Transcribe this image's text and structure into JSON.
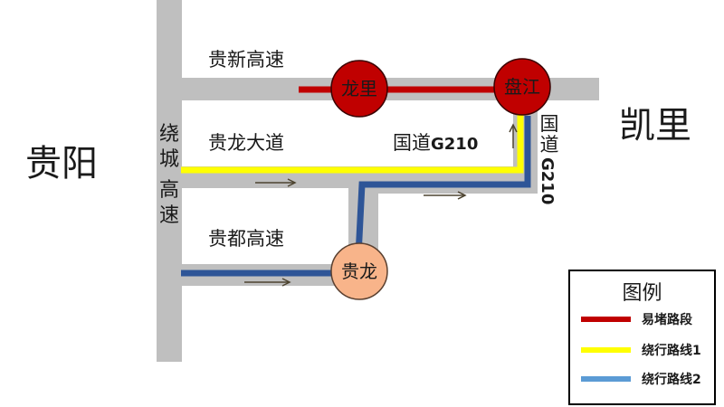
{
  "cities": {
    "west": "贵阳",
    "east": "凯里"
  },
  "roads": {
    "guixin": "贵新高速",
    "guilong": "贵龙大道",
    "guidu": "贵都高速",
    "ring": [
      "绕",
      "城",
      "高",
      "速"
    ],
    "g210_horizontal": {
      "prefix": "国道",
      "code": "G210"
    },
    "g210_vertical": {
      "chars": [
        "国",
        "道"
      ],
      "code": "G210"
    }
  },
  "nodes": {
    "longli": "龙里",
    "panjiang": "盘江",
    "guilong": "贵龙"
  },
  "legend": {
    "title": "图例",
    "items": [
      {
        "label": "易堵路段",
        "color": "#c00000"
      },
      {
        "label": "绕行路线1",
        "color": "#ffff00"
      },
      {
        "label": "绕行路线2",
        "color": "#5b9bd5"
      }
    ]
  },
  "colors": {
    "road_gray": "#bfbfbf",
    "congested": "#c00000",
    "route1": "#ffff00",
    "route2": "#2e5597",
    "node_red": "#c00000",
    "node_peach": "#f8b48a",
    "arrow": "#4d4430"
  }
}
